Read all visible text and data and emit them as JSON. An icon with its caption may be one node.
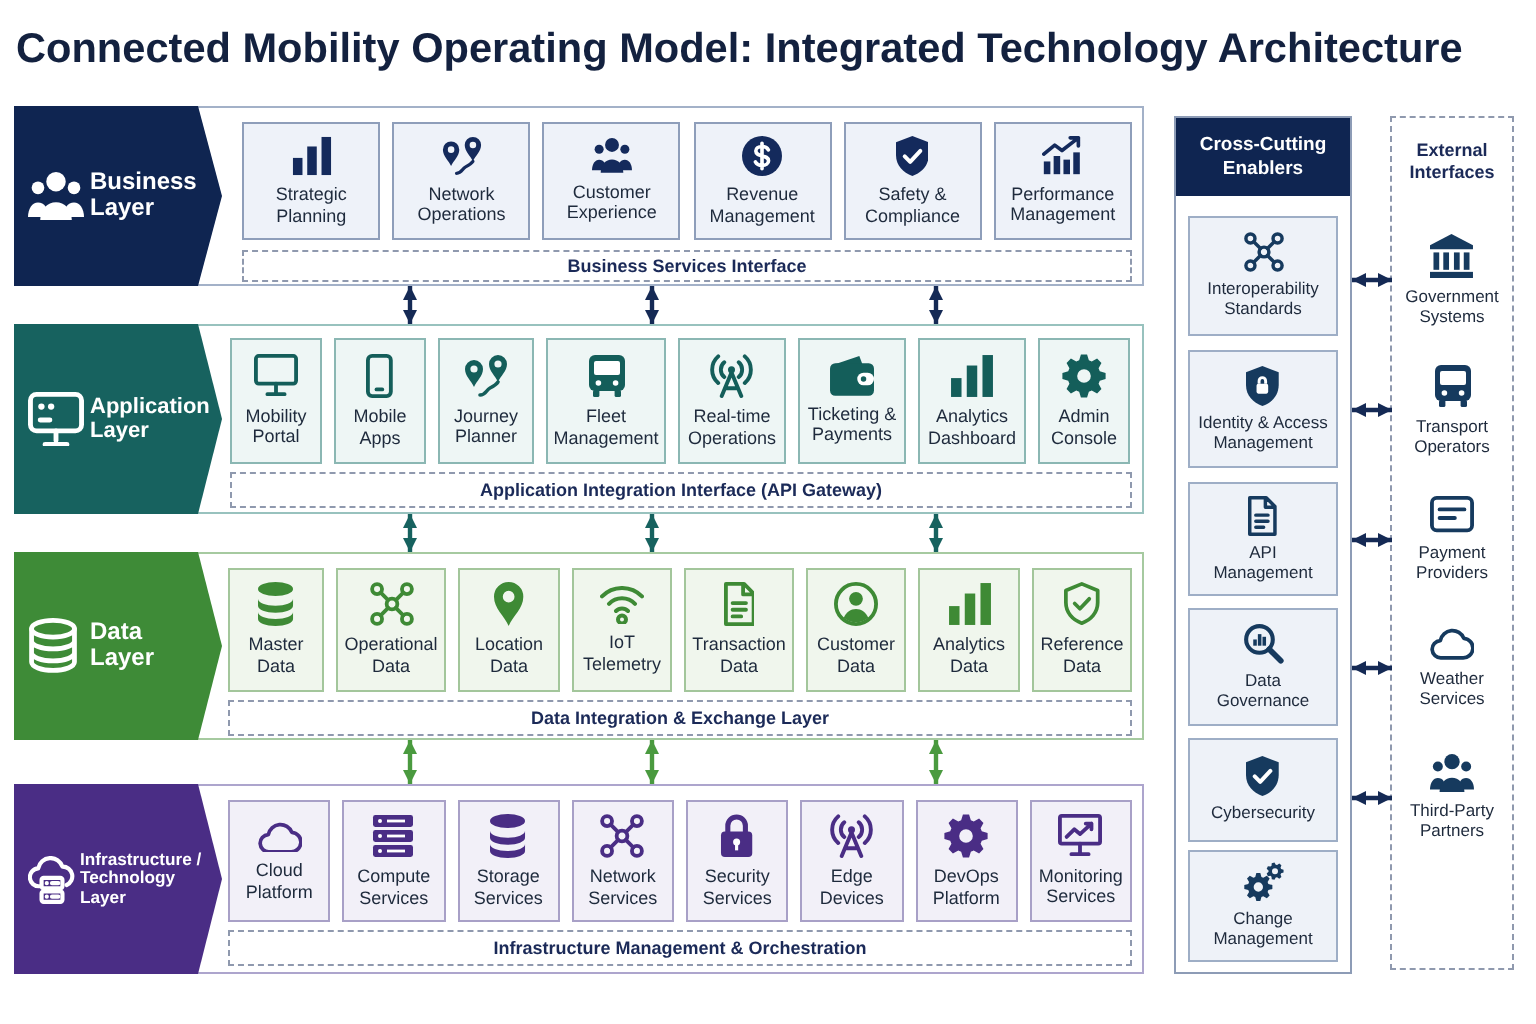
{
  "diagram": {
    "title": "Connected Mobility Operating Model: Integrated Technology Architecture",
    "nodes": [
      {
        "text": [
          "Business Layer"
        ]
      },
      {
        "text": [
          "Strategic Planning"
        ],
        "in": 0
      },
      {
        "text": [
          "Network Operations"
        ],
        "in": 0
      },
      {
        "text": [
          "Customer Experience"
        ],
        "in": 0
      },
      {
        "text": [
          "Revenue Management"
        ],
        "in": 0
      },
      {
        "text": [
          "Safety & Compliance"
        ],
        "in": 0
      },
      {
        "text": [
          "Performance Management"
        ],
        "in": 0
      },
      {
        "text": [
          "Business Services Interface"
        ],
        "in": 0
      },
      {
        "text": [
          "Application Layer"
        ]
      },
      {
        "text": [
          "Mobility Portal"
        ],
        "in": 8
      },
      {
        "text": [
          "Mobile Apps"
        ],
        "in": 8
      },
      {
        "text": [
          "Journey Planner"
        ],
        "in": 8
      },
      {
        "text": [
          "Fleet Management"
        ],
        "in": 8
      },
      {
        "text": [
          "Real-time Operations"
        ],
        "in": 8
      },
      {
        "text": [
          "Ticketing & Payments"
        ],
        "in": 8
      },
      {
        "text": [
          "Analytics Dashboard"
        ],
        "in": 8
      },
      {
        "text": [
          "Admin Console"
        ],
        "in": 8
      },
      {
        "text": [
          "Application Integration Interface (API Gateway)"
        ],
        "in": 8
      },
      {
        "text": [
          "Data Layer"
        ]
      },
      {
        "text": [
          "Master Data"
        ],
        "in": 18
      },
      {
        "text": [
          "Operational Data"
        ],
        "in": 18
      },
      {
        "text": [
          "Location Data"
        ],
        "in": 18
      },
      {
        "text": [
          "IoT Telemetry"
        ],
        "in": 18
      },
      {
        "text": [
          "Transaction Data"
        ],
        "in": 18
      },
      {
        "text": [
          "Customer Data"
        ],
        "in": 18
      },
      {
        "text": [
          "Analytics Data"
        ],
        "in": 18
      },
      {
        "text": [
          "Reference Data"
        ],
        "in": 18
      },
      {
        "text": [
          "Data Integration & Exchange Layer"
        ],
        "in": 18
      },
      {
        "text": [
          "Infrastructure / Technology Layer"
        ]
      },
      {
        "text": [
          "Cloud Platform"
        ],
        "in": 28
      },
      {
        "text": [
          "Compute Services"
        ],
        "in": 28
      },
      {
        "text": [
          "Storage Services"
        ],
        "in": 28
      },
      {
        "text": [
          "Network Services"
        ],
        "in": 28
      },
      {
        "text": [
          "Security Services"
        ],
        "in": 28
      },
      {
        "text": [
          "Edge Devices"
        ],
        "in": 28
      },
      {
        "text": [
          "DevOps Platform"
        ],
        "in": 28
      },
      {
        "text": [
          "Monitoring Services"
        ],
        "in": 28
      },
      {
        "text": [
          "Infrastructure Management & Orchestration"
        ],
        "in": 28
      },
      {
        "text": [
          "Cross-Cutting Enablers"
        ]
      },
      {
        "text": [
          "Interoperability Standards"
        ],
        "in": 38
      },
      {
        "text": [
          "Identity & Access Management"
        ],
        "in": 38
      },
      {
        "text": [
          "API Management"
        ],
        "in": 38
      },
      {
        "text": [
          "Data Governance"
        ],
        "in": 38
      },
      {
        "text": [
          "Cybersecurity"
        ],
        "in": 38
      },
      {
        "text": [
          "Change Management"
        ],
        "in": 38
      },
      {
        "text": [
          "External Interfaces"
        ]
      },
      {
        "text": [
          "Government Systems"
        ],
        "in": 45
      },
      {
        "text": [
          "Transport Operators"
        ],
        "in": 45
      },
      {
        "text": [
          "Payment Providers"
        ],
        "in": 45
      },
      {
        "text": [
          "Weather Services"
        ],
        "in": 45
      },
      {
        "text": [
          "Third-Party Partners"
        ],
        "in": 45
      }
    ],
    "edges": [
      {
        "from": 0,
        "to": 8,
        "arrow": "both"
      },
      {
        "from": 0,
        "to": 8,
        "arrow": "both"
      },
      {
        "from": 0,
        "to": 8,
        "arrow": "both"
      },
      {
        "from": 8,
        "to": 18,
        "arrow": "both",
        "color": "#17625f"
      },
      {
        "from": 8,
        "to": 18,
        "arrow": "both",
        "color": "#17625f"
      },
      {
        "from": 8,
        "to": 18,
        "arrow": "both",
        "color": "#17625f"
      },
      {
        "from": 18,
        "to": 28,
        "arrow": "both",
        "color": "#4a9a3f"
      },
      {
        "from": 18,
        "to": 28,
        "arrow": "both",
        "color": "#4a9a3f"
      },
      {
        "from": 18,
        "to": 28,
        "arrow": "both",
        "color": "#4a9a3f"
      },
      {
        "from": 38,
        "to": 46,
        "arrow": "both"
      },
      {
        "from": 38,
        "to": 47,
        "arrow": "both"
      },
      {
        "from": 38,
        "to": 48,
        "arrow": "both"
      },
      {
        "from": 38,
        "to": 49,
        "arrow": "both"
      },
      {
        "from": 38,
        "to": 50,
        "arrow": "both"
      }
    ]
  }
}
